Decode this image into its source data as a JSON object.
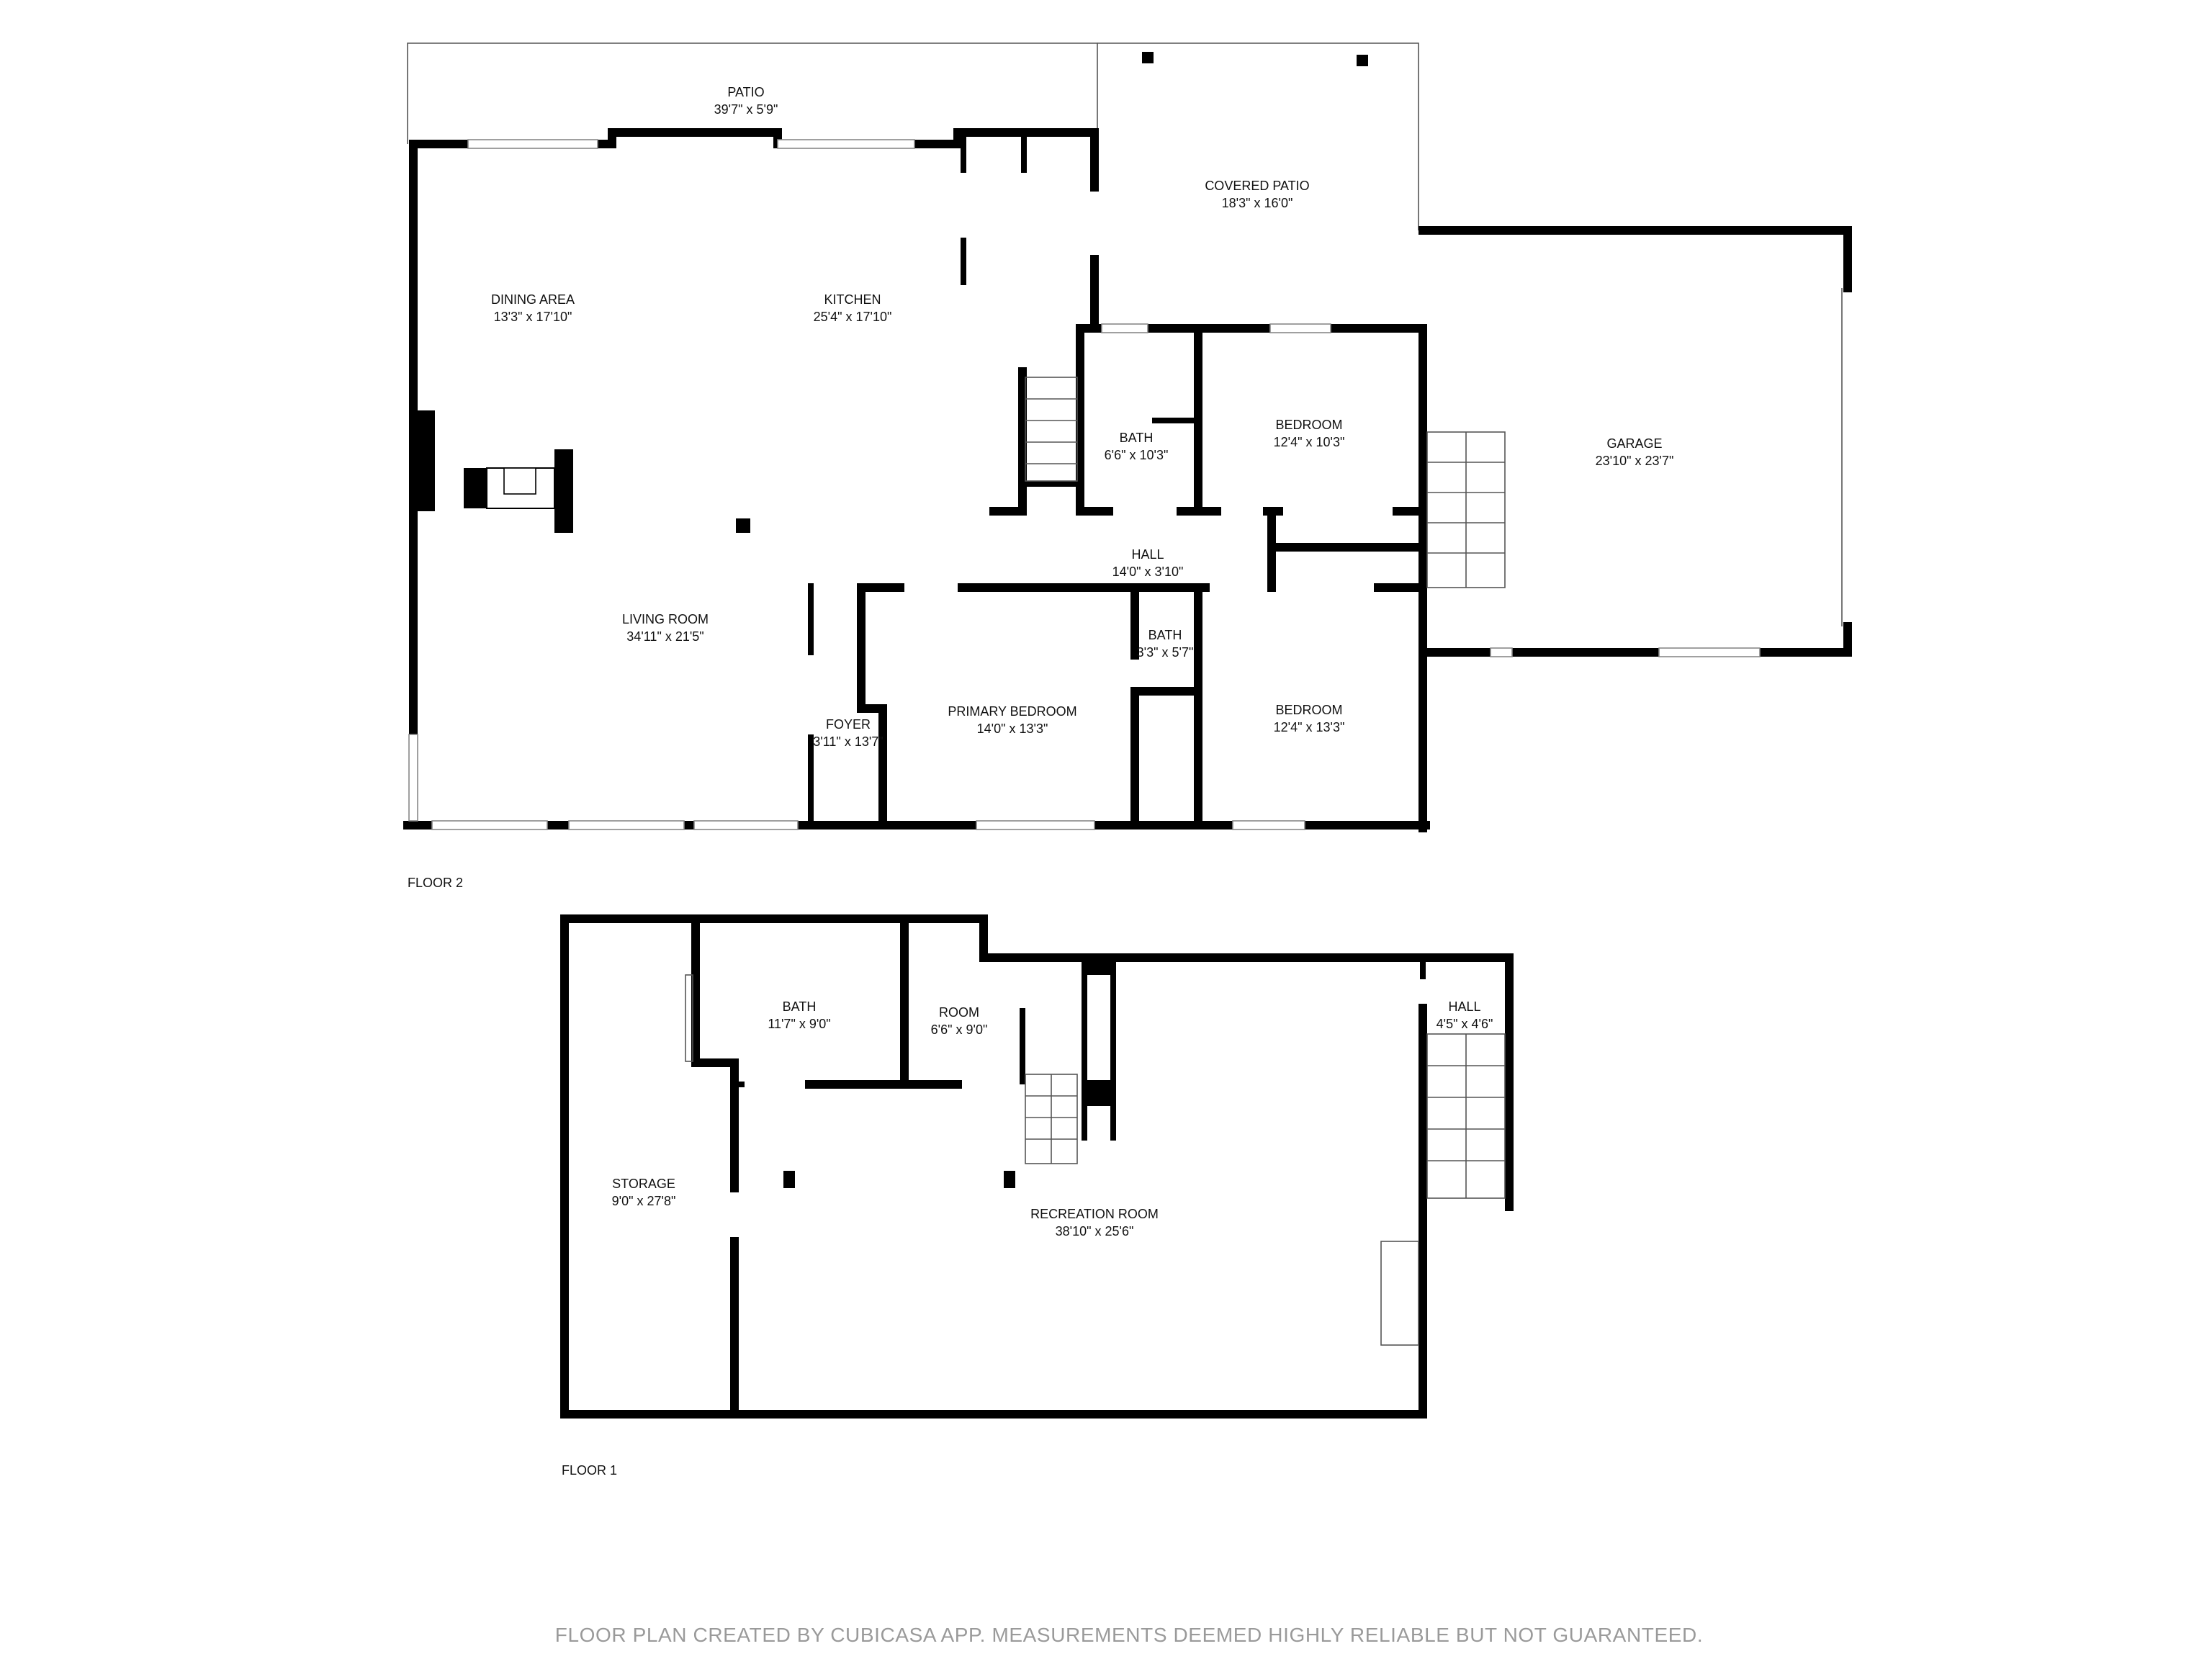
{
  "floor2": {
    "label": "FLOOR 2",
    "rooms": [
      {
        "name": "PATIO",
        "size": "39'7\" x 5'9\""
      },
      {
        "name": "COVERED PATIO",
        "size": "18'3\" x 16'0\""
      },
      {
        "name": "DINING AREA",
        "size": "13'3\" x 17'10\""
      },
      {
        "name": "KITCHEN",
        "size": "25'4\" x 17'10\""
      },
      {
        "name": "GARAGE",
        "size": "23'10\" x 23'7\""
      },
      {
        "name": "BATH",
        "size": "6'6\" x 10'3\""
      },
      {
        "name": "BEDROOM",
        "size": "12'4\" x 10'3\""
      },
      {
        "name": "HALL",
        "size": "14'0\" x 3'10\""
      },
      {
        "name": "LIVING ROOM",
        "size": "34'11\" x 21'5\""
      },
      {
        "name": "BATH",
        "size": "3'3\" x 5'7\""
      },
      {
        "name": "FOYER",
        "size": "3'11\" x 13'7\""
      },
      {
        "name": "PRIMARY BEDROOM",
        "size": "14'0\" x 13'3\""
      },
      {
        "name": "BEDROOM",
        "size": "12'4\" x 13'3\""
      }
    ]
  },
  "floor1": {
    "label": "FLOOR 1",
    "rooms": [
      {
        "name": "BATH",
        "size": "11'7\" x 9'0\""
      },
      {
        "name": "ROOM",
        "size": "6'6\" x 9'0\""
      },
      {
        "name": "HALL",
        "size": "4'5\" x 4'6\""
      },
      {
        "name": "STORAGE",
        "size": "9'0\" x 27'8\""
      },
      {
        "name": "RECREATION ROOM",
        "size": "38'10\" x 25'6\""
      }
    ]
  },
  "footer": "FLOOR PLAN CREATED BY CUBICASA APP. MEASUREMENTS DEEMED HIGHLY RELIABLE BUT NOT GUARANTEED."
}
